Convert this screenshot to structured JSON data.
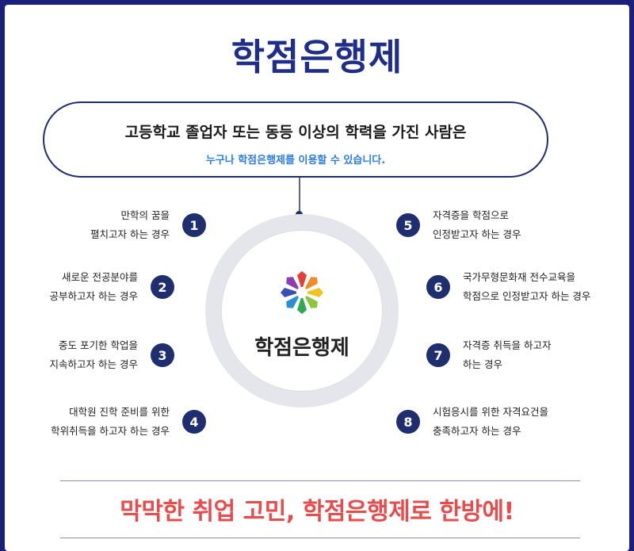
{
  "header": {
    "title": "학점은행제"
  },
  "intro": {
    "line1": "고등학교 졸업자 또는 동등 이상의 학력을 가진 사람은",
    "line2": "누구나 학점은행제를 이용할 수 있습니다."
  },
  "center": {
    "label": "학점은행제"
  },
  "items_left": [
    {
      "num": "1",
      "line1": "만학의 꿈을",
      "line2": "펼치고자 하는 경우"
    },
    {
      "num": "2",
      "line1": "새로운 전공분야를",
      "line2": "공부하고자 하는 경우"
    },
    {
      "num": "3",
      "line1": "중도 포기한 학업을",
      "line2": "지속하고자 하는 경우"
    },
    {
      "num": "4",
      "line1": "대학원 진학 준비를 위한",
      "line2": "학위취득을 하고자 하는 경우"
    }
  ],
  "items_right": [
    {
      "num": "5",
      "line1": "자격증을 학점으로",
      "line2": "인정받고자 하는 경우"
    },
    {
      "num": "6",
      "line1": "국가무형문화재 전수교육을",
      "line2": "학점으로 인정받고자 하는 경우"
    },
    {
      "num": "7",
      "line1": "자격증 취득을 하고자",
      "line2": "하는 경우"
    },
    {
      "num": "8",
      "line1": "시험응시를 위한 자격요건을",
      "line2": "충족하고자 하는 경우"
    }
  ],
  "footer": {
    "slogan": "막막한 취업 고민, 학점은행제로 한방에!"
  },
  "colors": {
    "frame": "#1c1f7a",
    "title": "#1f2e88",
    "accent_blue": "#2c7de0",
    "badge": "#1f2e6e",
    "slogan": "#e84b4b"
  }
}
